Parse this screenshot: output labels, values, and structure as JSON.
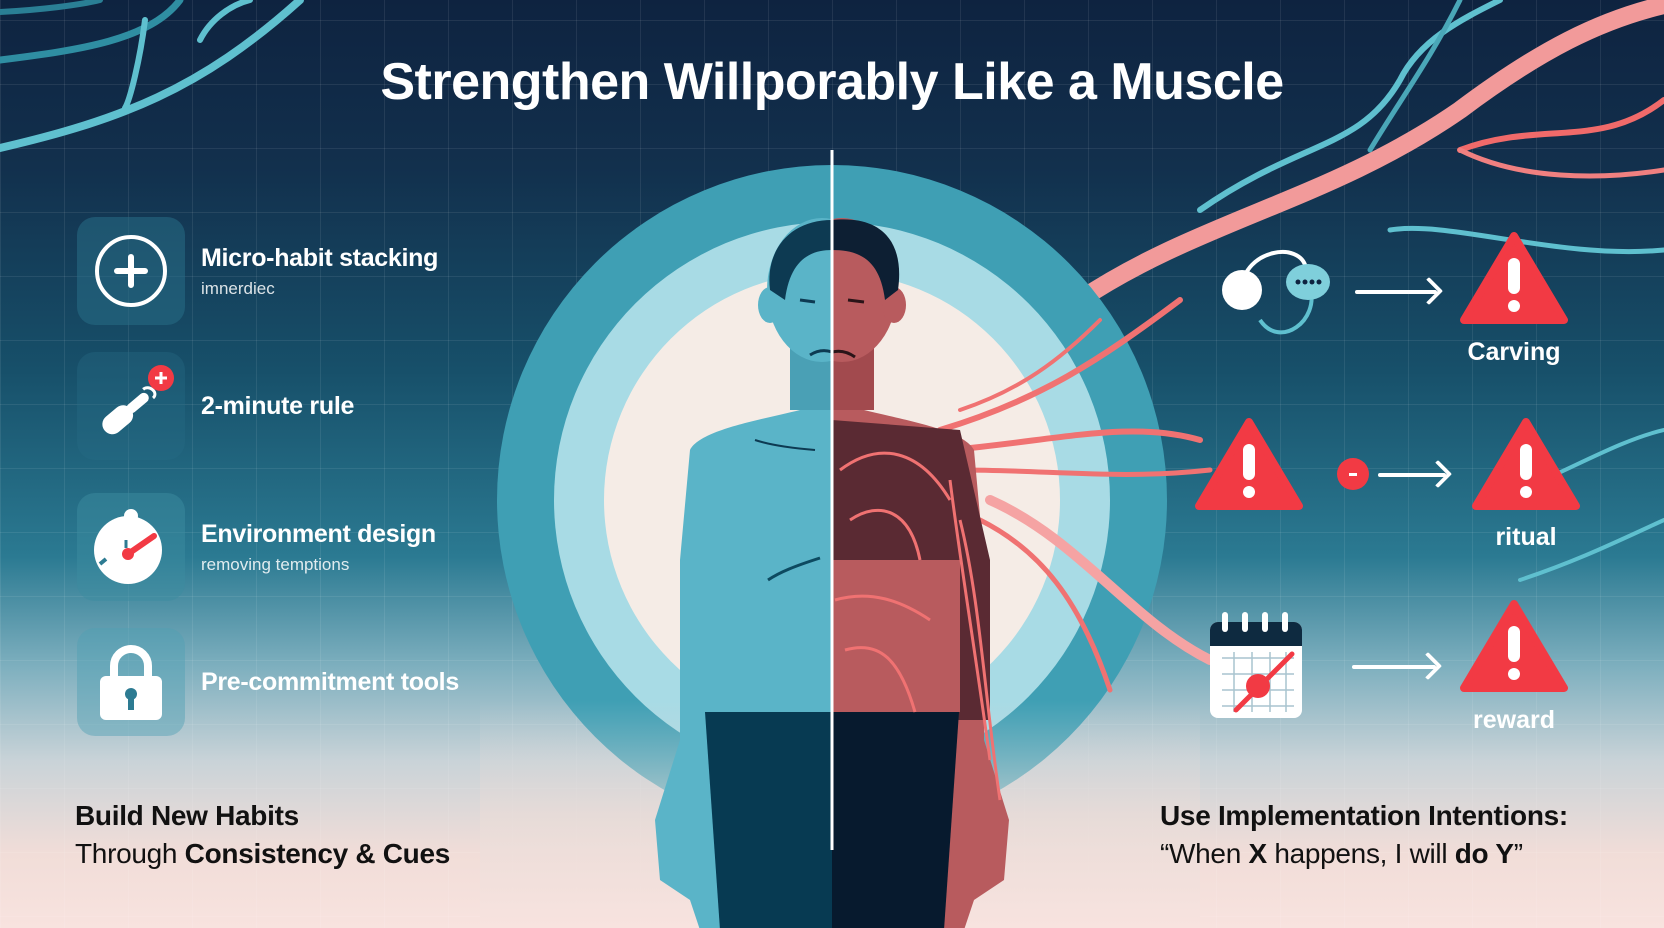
{
  "title": "Strengthen Willporably Like a Muscle",
  "colors": {
    "background_top": "#0e2340",
    "background_bottom": "#f8e3df",
    "teal_accent": "#5fc0cf",
    "red_accent": "#f23a44",
    "vein_pink": "#f08080",
    "figure_left_skin": "#5ab4c8",
    "figure_right_skin": "#b85b5e"
  },
  "features": [
    {
      "label": "Micro-habit stacking",
      "sub": "imnerdiec",
      "icon": "plus-circle-icon"
    },
    {
      "label": "2-minute rule",
      "sub": "",
      "icon": "key-plus-icon"
    },
    {
      "label": "Environment design",
      "sub": "removing temptions",
      "icon": "timer-icon"
    },
    {
      "label": "Pre-commitment tools",
      "sub": "",
      "icon": "lock-icon"
    }
  ],
  "flow": [
    {
      "cue_icon": "thought-bubble-icon",
      "outcome_icon": "warning-icon",
      "outcome_label": "Carving"
    },
    {
      "cue_icon": "warning-icon",
      "outcome_icon": "warning-icon",
      "outcome_label": "ritual"
    },
    {
      "cue_icon": "calendar-icon",
      "outcome_icon": "warning-icon",
      "outcome_label": "reward"
    }
  ],
  "bottom_left": {
    "line1": "Build New Habits",
    "line2_prefix": "Through ",
    "line2_bold": "Consistency & Cues"
  },
  "bottom_right": {
    "line1": "Use Implementation Intentions:",
    "quote_open": "“When ",
    "x": "X",
    "mid": " happens, I will ",
    "do_y": "do Y",
    "quote_close": "”"
  }
}
